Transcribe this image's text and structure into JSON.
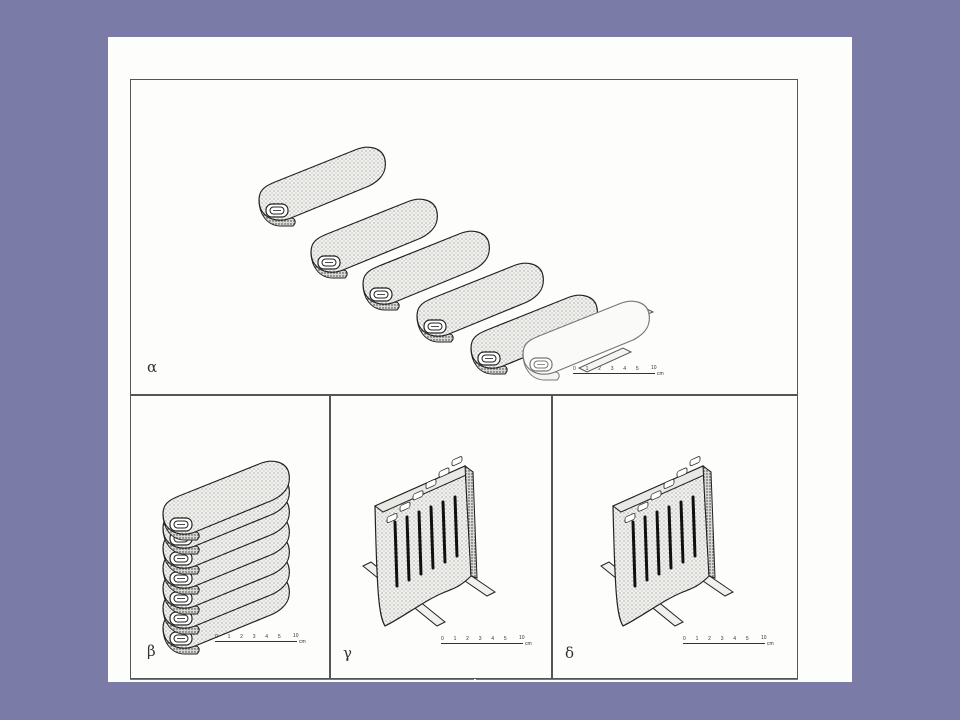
{
  "figure": {
    "panels": [
      {
        "id": "a",
        "label": "α"
      },
      {
        "id": "b",
        "label": "β"
      },
      {
        "id": "g",
        "label": "γ"
      },
      {
        "id": "d",
        "label": "δ"
      }
    ],
    "scale": {
      "ticks": "0 1 2 3 4 5",
      "end": "10",
      "unit": "cm"
    }
  }
}
